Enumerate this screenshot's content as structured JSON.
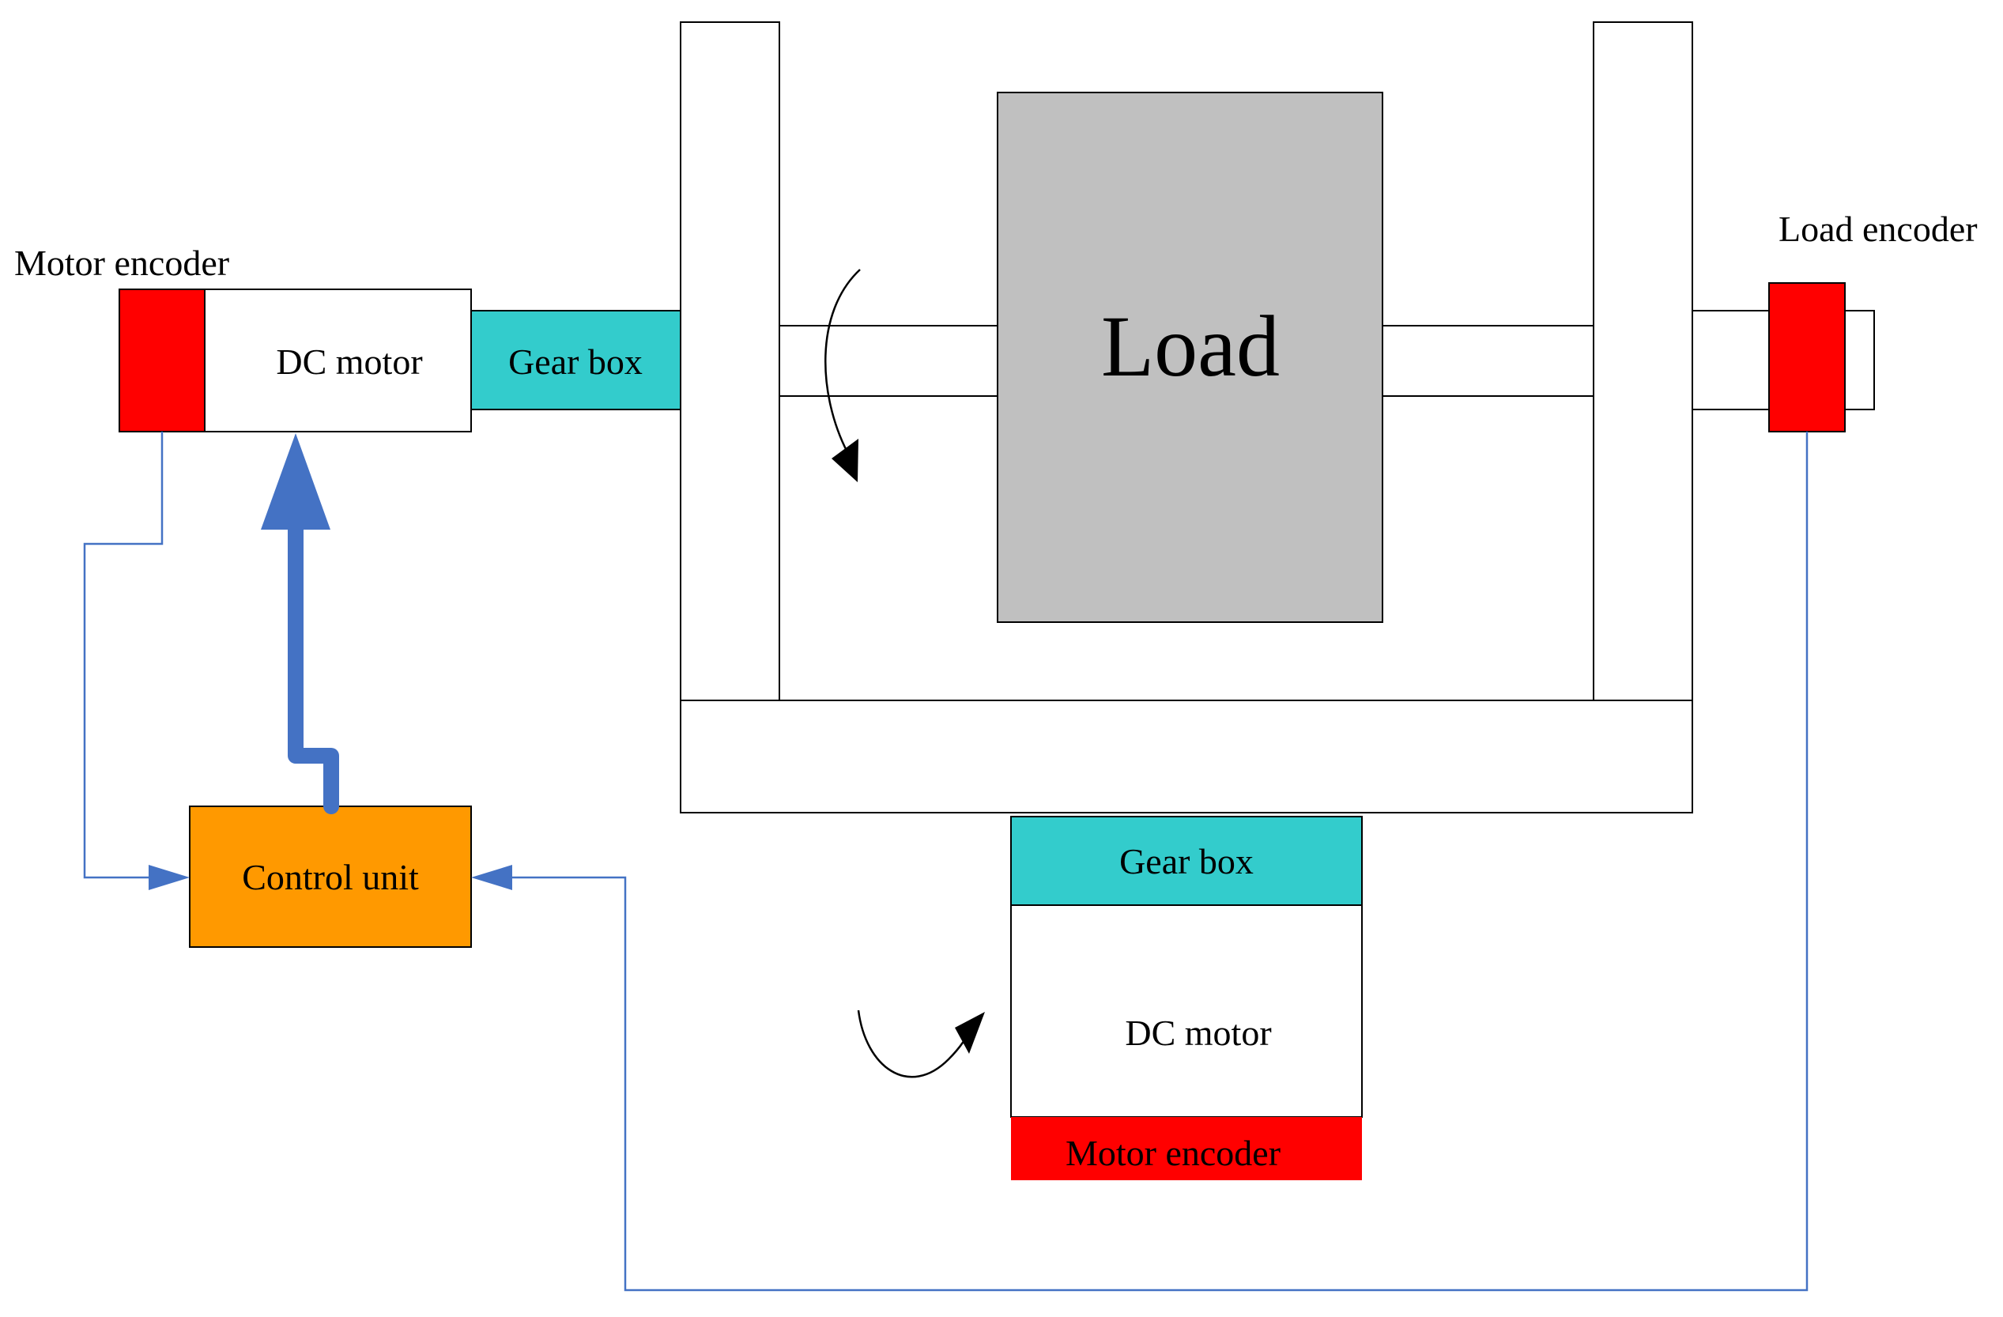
{
  "labels": {
    "motor_encoder_left": "Motor encoder",
    "dc_motor_left": "DC motor",
    "gear_box_left": "Gear box",
    "load": "Load",
    "load_encoder": "Load encoder",
    "control_unit": "Control unit",
    "gear_box_bottom": "Gear box",
    "dc_motor_bottom": "DC motor",
    "motor_encoder_bottom": "Motor encoder"
  },
  "colors": {
    "encoder": "#ff0000",
    "gear_box": "#33cccc",
    "control_unit": "#ff9900",
    "load": "#c0c0c0",
    "signal_line": "#4472c4",
    "outline": "#000000",
    "frame": "#ffffff"
  }
}
